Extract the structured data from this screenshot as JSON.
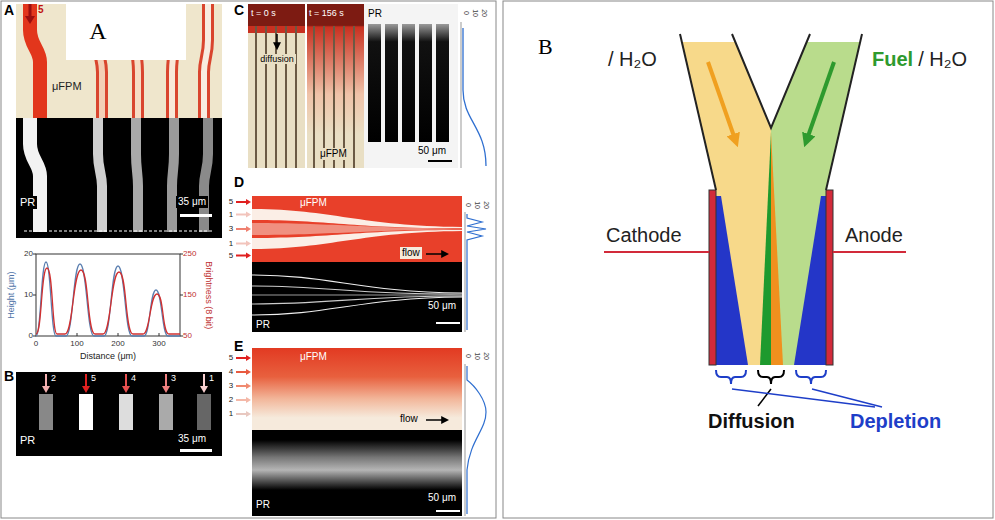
{
  "diagram": {
    "labels": [
      "A",
      "A",
      "5",
      "μFPM",
      "PR",
      "35 μm",
      "20",
      "10",
      "0",
      "250",
      "150",
      "50",
      "0",
      "100",
      "200",
      "300",
      "Distance (μm)",
      "Height (μm)",
      "Brightness (8 bit)",
      "B",
      "2",
      "5",
      "4",
      "3",
      "1",
      "PR",
      "35 μm",
      "C",
      "t = 0 s",
      "t = 156 s",
      "diffusion",
      "μFPM",
      "PR",
      "50 μm",
      "0",
      "10",
      "20",
      "D",
      "5",
      "1",
      "3",
      "1",
      "5",
      "μFPM",
      "flow",
      "PR",
      "50 μm",
      "0",
      "10",
      "20",
      "E",
      "5",
      "4",
      "3",
      "2",
      "1",
      "μFPM",
      "flow",
      "PR",
      "50 μm",
      "0",
      "10",
      "20",
      "B",
      "/ H₂O",
      "Fuel",
      "/ H₂O",
      "Cathode",
      "Anode",
      "Diffusion",
      "Depletion"
    ]
  }
}
